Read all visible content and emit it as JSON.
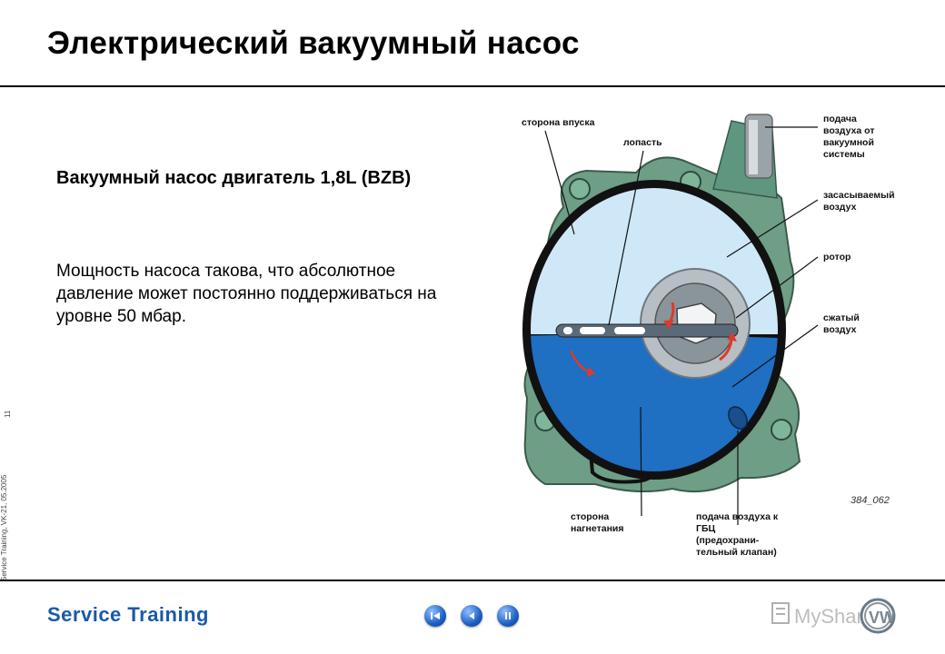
{
  "page": {
    "title": "Электрический вакуумный насос",
    "subtitle": "Вакуумный насос двигатель 1,8L (BZB)",
    "body": "Мощность насоса такова, что абсолютное давление может постоянно поддерживаться на уровне 50 мбар.",
    "side_meta": "Service Training, VK-21, 05.2005",
    "page_number": "11"
  },
  "diagram": {
    "labels": {
      "intake_side": "сторона впуска",
      "vane": "лопасть",
      "air_supply_1": "подача",
      "air_supply_2": "воздуха от",
      "air_supply_3": "вакуумной",
      "air_supply_4": "системы",
      "sucked_air_1": "засасываемый",
      "sucked_air_2": "воздух",
      "rotor": "ротор",
      "compressed_air_1": "сжатый",
      "compressed_air_2": "воздух",
      "pressure_side_1": "сторона",
      "pressure_side_2": "нагнетания",
      "head_supply_1": "подача воздуха к",
      "head_supply_2": "ГБЦ",
      "head_supply_3": "(предохрани-",
      "head_supply_4": "тельный клапан)"
    },
    "ref_code": "384_062",
    "colors": {
      "housing": "#6e9e86",
      "light_blue": "#cfe8f8",
      "dark_blue": "#1f6fc2",
      "arrow_red": "#e03a2a"
    }
  },
  "footer": {
    "brand": "Service Training",
    "nav": [
      "first-icon",
      "back-icon",
      "pause-icon"
    ],
    "watermark": "MyShared"
  }
}
